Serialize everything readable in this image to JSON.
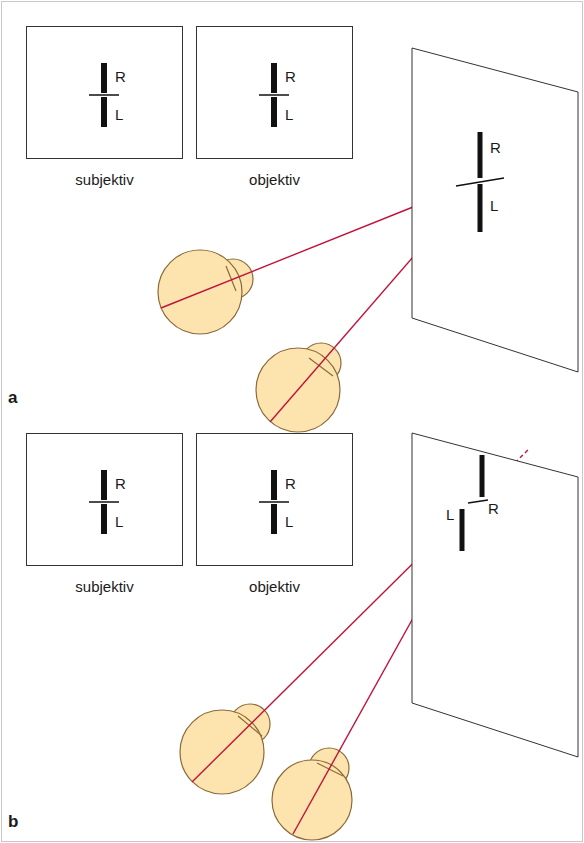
{
  "diagram": {
    "nodes": [
      {
        "text": [
          "R",
          "L",
          "subjektiv"
        ]
      },
      {
        "text": [
          "R",
          "L",
          "objektiv"
        ]
      },
      {
        "text": [
          "R",
          "L"
        ]
      },
      {
        "text": [
          "R",
          "L",
          "subjektiv"
        ]
      },
      {
        "text": [
          "R",
          "L",
          "objektiv"
        ]
      },
      {
        "text": [
          "R",
          "L"
        ]
      }
    ],
    "labels": [
      "a",
      "b"
    ]
  }
}
